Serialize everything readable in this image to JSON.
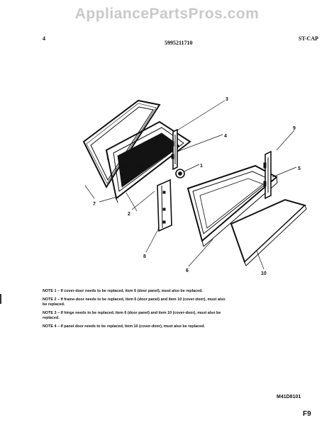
{
  "watermark": "AppliancePartsPros.com",
  "header": {
    "page_number": "4",
    "part_number": "5995211710",
    "model_code": "ST-CAP"
  },
  "callouts": [
    "1",
    "2",
    "3",
    "4",
    "5",
    "6",
    "7",
    "8",
    "9",
    "10"
  ],
  "notes": [
    "NOTE 1 – If cover-door needs to be replaced, item 6 (door panel), must also be replaced.",
    "NOTE 2 – If frame-door needs to be replaced, item 6 (door panel) and item 10 (cover-door), must also be replaced.",
    "NOTE 3 – If hinge needs to be replaced, item 6 (door panel) and item 10 (cover-door), must also be replaced.",
    "NOTE 4 – If panel door needs to be replaced, item 10 (cover-door), must also be replaced."
  ],
  "figure_code": "M41D8101",
  "figure_label": "F9"
}
